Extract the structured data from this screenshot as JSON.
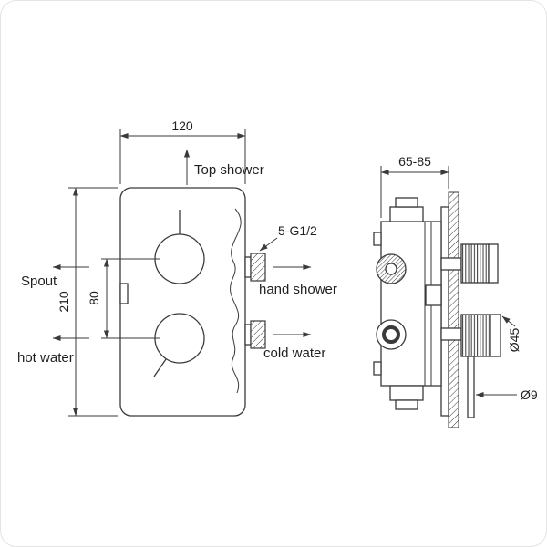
{
  "front_view": {
    "dim_width": "120",
    "dim_height": "210",
    "dim_knob_spacing": "80",
    "labels": {
      "top_shower": "Top shower",
      "spout": "Spout",
      "hot_water": "hot water",
      "hand_shower": "hand shower",
      "cold_water": "cold water",
      "thread": "5-G1/2"
    }
  },
  "side_view": {
    "dim_depth": "65-85",
    "labels": {
      "handle_diameter": "Ø45",
      "rod_diameter": "Ø9"
    }
  },
  "colors": {
    "line": "#3a3a3a",
    "text": "#1f1f1f",
    "background": "#ffffff"
  }
}
